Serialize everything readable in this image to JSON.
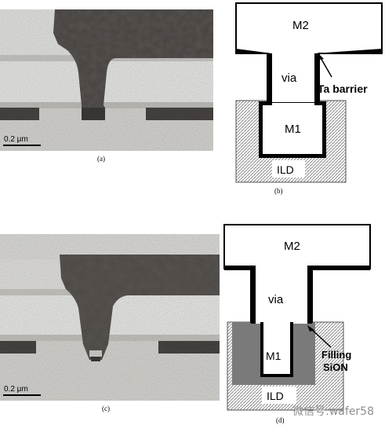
{
  "panels": {
    "a": {
      "caption": "(a)",
      "scale_bar": "0.2 μm"
    },
    "b": {
      "caption": "(b)",
      "labels": {
        "m2": "M2",
        "via": "via",
        "barrier": "Ta barrier",
        "m1": "M1",
        "ild": "ILD"
      }
    },
    "c": {
      "caption": "(c)",
      "scale_bar": "0.2 μm"
    },
    "d": {
      "caption": "(d)",
      "labels": {
        "m2": "M2",
        "via": "via",
        "m1": "M1",
        "filling_line1": "Filling",
        "filling_line2": "SiON",
        "ild": "ILD"
      }
    }
  },
  "watermark": "微信号:wafer58",
  "colors": {
    "metal": "#4a4644",
    "oxide_light": "#ededeb",
    "oxide_mid": "#d6d5d1",
    "barrier": "#000000",
    "sion": "#7a7a7a"
  }
}
